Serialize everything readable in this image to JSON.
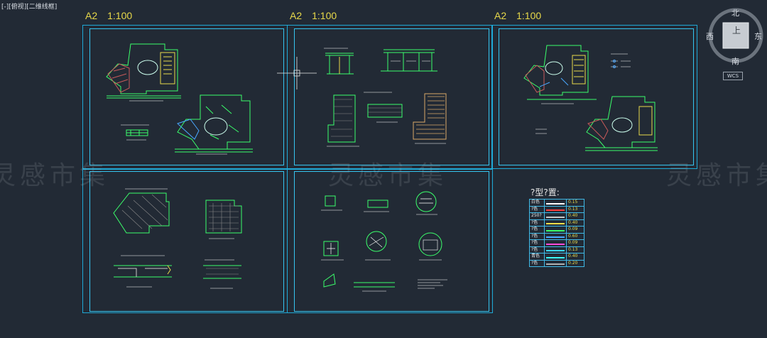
{
  "viewport": {
    "label": "[-][俯视][二维线框]"
  },
  "sheets": [
    {
      "size": "A2",
      "scale": "1:100"
    },
    {
      "size": "A2",
      "scale": "1:100"
    },
    {
      "size": "A2",
      "scale": "1:100"
    }
  ],
  "watermark": {
    "text": "灵感市集"
  },
  "viewcube": {
    "top_face": "上",
    "north": "北",
    "south": "南",
    "east": "东",
    "west": "西",
    "wcs": "WCS"
  },
  "legend": {
    "title": "?型?置:",
    "rows": [
      {
        "name": "白色",
        "color": "#ffffff",
        "width": "0.15"
      },
      {
        "name": "?色",
        "color": "#ff3b3b",
        "width": "0.13"
      },
      {
        "name": "250?",
        "color": "#c8c8c8",
        "width": "0.40"
      },
      {
        "name": "?色",
        "color": "#f5e04a",
        "width": "0.40"
      },
      {
        "name": "?色",
        "color": "#3bff6b",
        "width": "0.09"
      },
      {
        "name": "?色",
        "color": "#4aa8ff",
        "width": "0.60"
      },
      {
        "name": "?色",
        "color": "#ff4ad8",
        "width": "0.09"
      },
      {
        "name": "?色",
        "color": "#3bd8ff",
        "width": "0.13"
      },
      {
        "name": "青色",
        "color": "#3bffff",
        "width": "0.40"
      },
      {
        "name": "?色",
        "color": "#b0b0b0",
        "width": "0.20"
      }
    ]
  },
  "colors": {
    "background": "#222a35",
    "frame": "#36c5f0",
    "drawing": "#3bff6b",
    "accent": "#e8d94a"
  }
}
